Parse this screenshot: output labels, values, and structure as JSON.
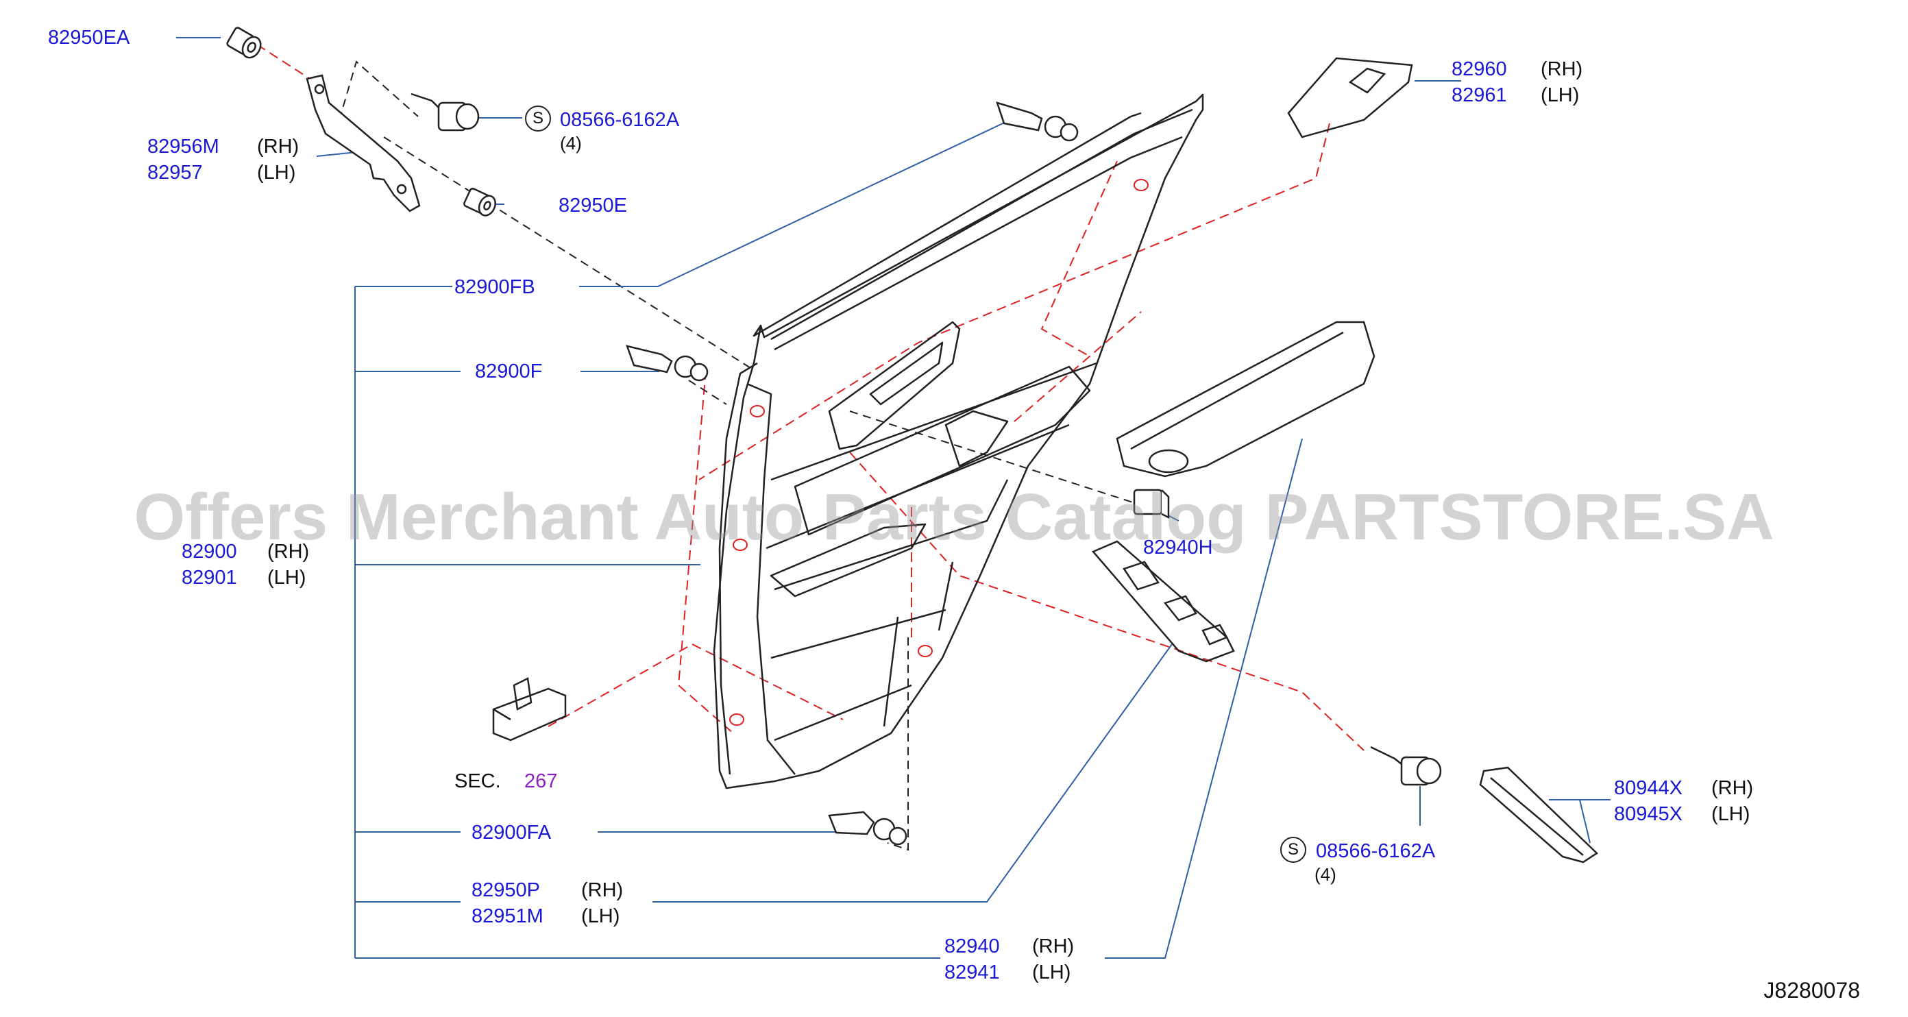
{
  "colors": {
    "part_number": "#1a1ad6",
    "section_ref": "#8a1fc4",
    "leader_line": "#2f5fa8",
    "red_dashed": "#e02020",
    "black": "#111111"
  },
  "callouts": {
    "c82950EA": {
      "part": "82950EA"
    },
    "c08566_top": {
      "s": "S",
      "part": "08566-6162A",
      "qty": "(4)"
    },
    "c82956M": {
      "part": "82956M",
      "side": "(RH)"
    },
    "c82957": {
      "part": "82957",
      "side": "(LH)"
    },
    "c82950E": {
      "part": "82950E"
    },
    "c82900FB": {
      "part": "82900FB"
    },
    "c82900F": {
      "part": "82900F"
    },
    "c82900": {
      "part": "82900",
      "side": "(RH)"
    },
    "c82901": {
      "part": "82901",
      "side": "(LH)"
    },
    "csec": {
      "prefix": "SEC.",
      "ref": "267"
    },
    "c82900FA": {
      "part": "82900FA"
    },
    "c82950P": {
      "part": "82950P",
      "side": "(RH)"
    },
    "c82951M": {
      "part": "82951M",
      "side": "(LH)"
    },
    "c82940": {
      "part": "82940",
      "side": "(RH)"
    },
    "c82941": {
      "part": "82941",
      "side": "(LH)"
    },
    "c82940H": {
      "part": "82940H"
    },
    "c82960": {
      "part": "82960",
      "side": "(RH)"
    },
    "c82961": {
      "part": "82961",
      "side": "(LH)"
    },
    "c08566_bot": {
      "s": "S",
      "part": "08566-6162A",
      "qty": "(4)"
    },
    "c80944X": {
      "part": "80944X",
      "side": "(RH)"
    },
    "c80945X": {
      "part": "80945X",
      "side": "(LH)"
    }
  },
  "watermark": "Offers Merchant Auto Parts Catalog PARTSTORE.SA",
  "diagram_code": "J8280078"
}
